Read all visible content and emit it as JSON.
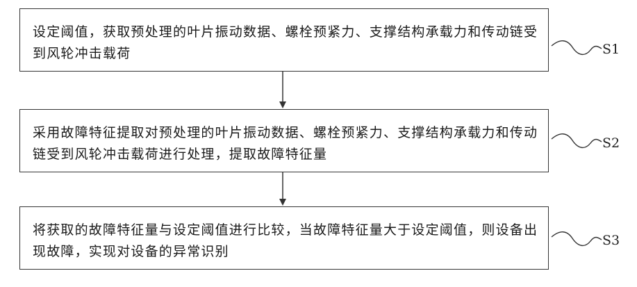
{
  "steps": [
    {
      "label": "S1",
      "text": "设定阈值，获取预处理的叶片振动数据、螺栓预紧力、支撑结构承载力和传动链受到风轮冲击载荷"
    },
    {
      "label": "S2",
      "text": "采用故障特征提取对预处理的叶片振动数据、螺栓预紧力、支撑结构承载力和传动链受到风轮冲击载荷进行处理，提取故障特征量"
    },
    {
      "label": "S3",
      "text": "将获取的故障特征量与设定阈值进行比较，当故障特征量大于设定阈值，则设备出现故障，实现对设备的异常识别"
    }
  ]
}
